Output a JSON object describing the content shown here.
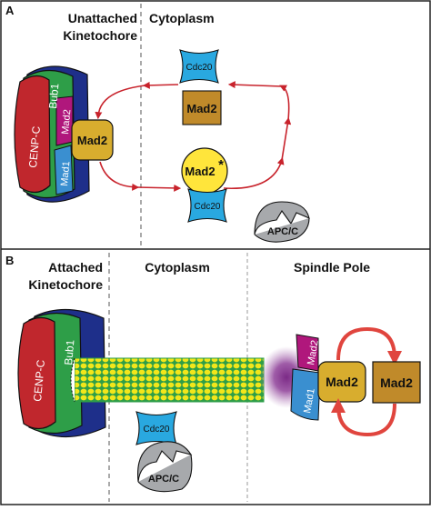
{
  "panel_a": {
    "letter": "A",
    "header_left": [
      "Unattached",
      "Kinetochore"
    ],
    "header_right": "Cytoplasm",
    "kinetochore": {
      "cenpc": "CENP-C",
      "bub1": "Bub1",
      "mad1": "Mad1",
      "mad2_kt": "Mad2"
    },
    "mad2_bound": "Mad2",
    "cdc20_top": "Cdc20",
    "mad2_free": "Mad2",
    "mad2_star": "Mad2",
    "star": "*",
    "cdc20_bottom": "Cdc20",
    "apcc": "APC/C"
  },
  "panel_b": {
    "letter": "B",
    "header_left": [
      "Attached",
      "Kinetochore"
    ],
    "header_mid": "Cytoplasm",
    "header_right": "Spindle Pole",
    "kinetochore": {
      "cenpc": "CENP-C",
      "bub1": "Bub1"
    },
    "cdc20": "Cdc20",
    "apcc": "APC/C",
    "pole": {
      "mad2_kt": "Mad2",
      "mad1": "Mad1"
    },
    "mad2_bound": "Mad2",
    "mad2_free": "Mad2"
  },
  "colors": {
    "cenpc": "#c0272d",
    "bub1": "#2e9e48",
    "mad1": "#3a8fd0",
    "outer": "#1e2f8a",
    "mad2_kt": "#b0177c",
    "mad2_open": "#c08a2a",
    "mad2_closed": "#d8ad2e",
    "mad2_star": "#ffe53b",
    "cdc20": "#29a8e0",
    "apcc": "#a7a9ac",
    "arrow": "#c8232c",
    "arrow_pole": "#e0453e",
    "mt_yellow": "#f2e61a",
    "mt_green": "#2e9e48",
    "pole": "#7b2a86"
  }
}
